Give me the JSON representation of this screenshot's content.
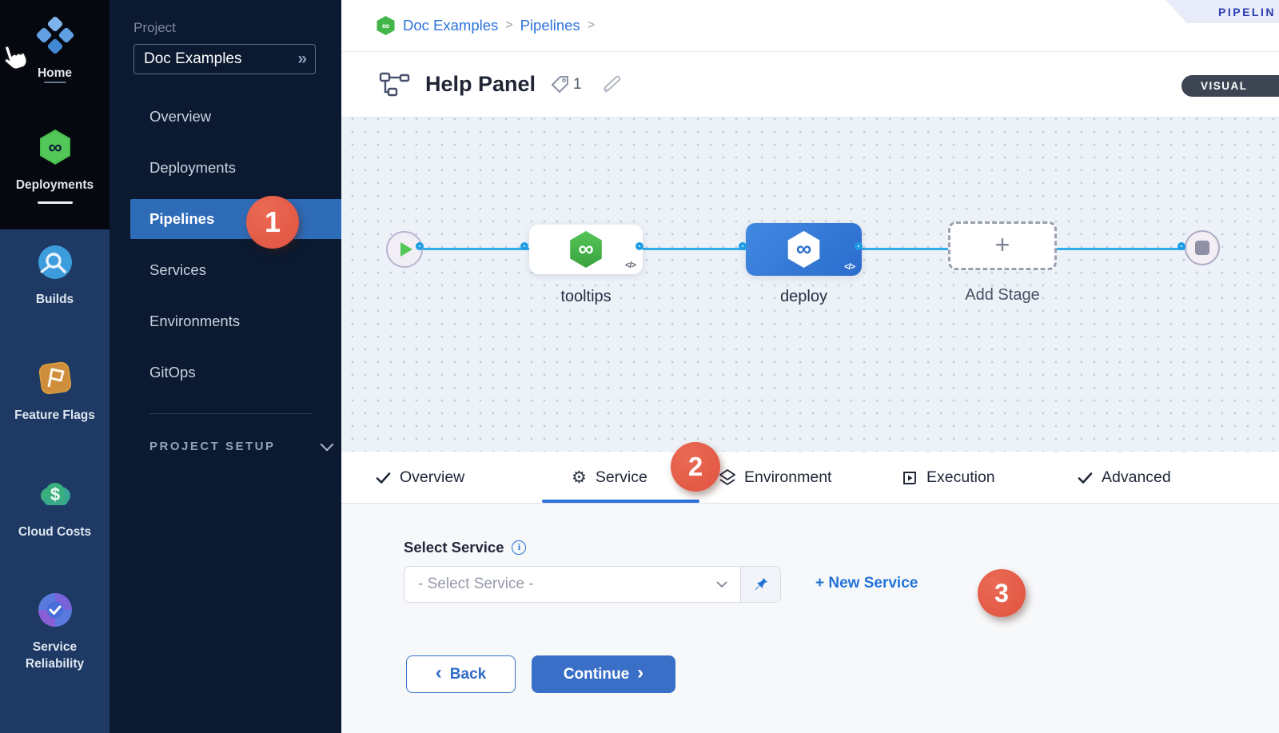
{
  "colors": {
    "primary_blue": "#2273d8",
    "link_blue": "#2b72d9",
    "active_nav_blue": "#2e6cb8",
    "connector_blue": "#35abe9",
    "badge_red": "#e2573f",
    "harness_green": "#42b045",
    "rail_black": "#05080f",
    "sidebar_navy": "#1e3a64",
    "sidebar_dark_navy": "#0b1a30",
    "canvas_background": "#edf2f8",
    "continue_button_blue": "#3a6fc7",
    "visual_pill_dark": "#3d4452"
  },
  "left_rail": {
    "modules": [
      {
        "label": "Home"
      },
      {
        "label": "Deployments"
      },
      {
        "label": "Builds"
      },
      {
        "label": "Feature Flags"
      },
      {
        "label": "Cloud Costs"
      },
      {
        "label": "Service Reliability"
      }
    ]
  },
  "project_nav": {
    "section_label": "Project",
    "project_name": "Doc Examples",
    "expand_glyph": "»",
    "items": [
      "Overview",
      "Deployments",
      "Pipelines",
      "Services",
      "Environments",
      "GitOps"
    ],
    "active_item": "Pipelines",
    "setup_label": "PROJECT SETUP"
  },
  "breadcrumb": {
    "items": [
      "Doc Examples",
      "Pipelines"
    ],
    "separator": ">"
  },
  "ribbon": {
    "label": "PIPELIN"
  },
  "header": {
    "title": "Help Panel",
    "tag_count": "1",
    "view_toggle": "VISUAL"
  },
  "canvas": {
    "stages": [
      {
        "name": "tooltips",
        "code_chip": "</>",
        "selected": false
      },
      {
        "name": "deploy",
        "code_chip": "</>",
        "selected": true
      }
    ],
    "add_stage": {
      "label": "Add Stage",
      "plus": "+"
    }
  },
  "tabs": [
    {
      "label": "Overview",
      "icon": "check-icon",
      "active": false
    },
    {
      "label": "Service",
      "icon": "gear-icon",
      "active": true
    },
    {
      "label": "Environment",
      "icon": "layers-icon",
      "active": false
    },
    {
      "label": "Execution",
      "icon": "execution-icon",
      "active": false
    },
    {
      "label": "Advanced",
      "icon": "check-icon",
      "active": false
    }
  ],
  "annotations": {
    "step1": "1",
    "step2": "2",
    "step3": "3"
  },
  "form": {
    "select_service_label": "Select Service",
    "select_service_placeholder": "- Select Service -",
    "new_service_label": "+ New Service",
    "back_chevron": "‹",
    "back_label": "Back",
    "continue_chevron": "›",
    "continue_label": "Continue"
  }
}
